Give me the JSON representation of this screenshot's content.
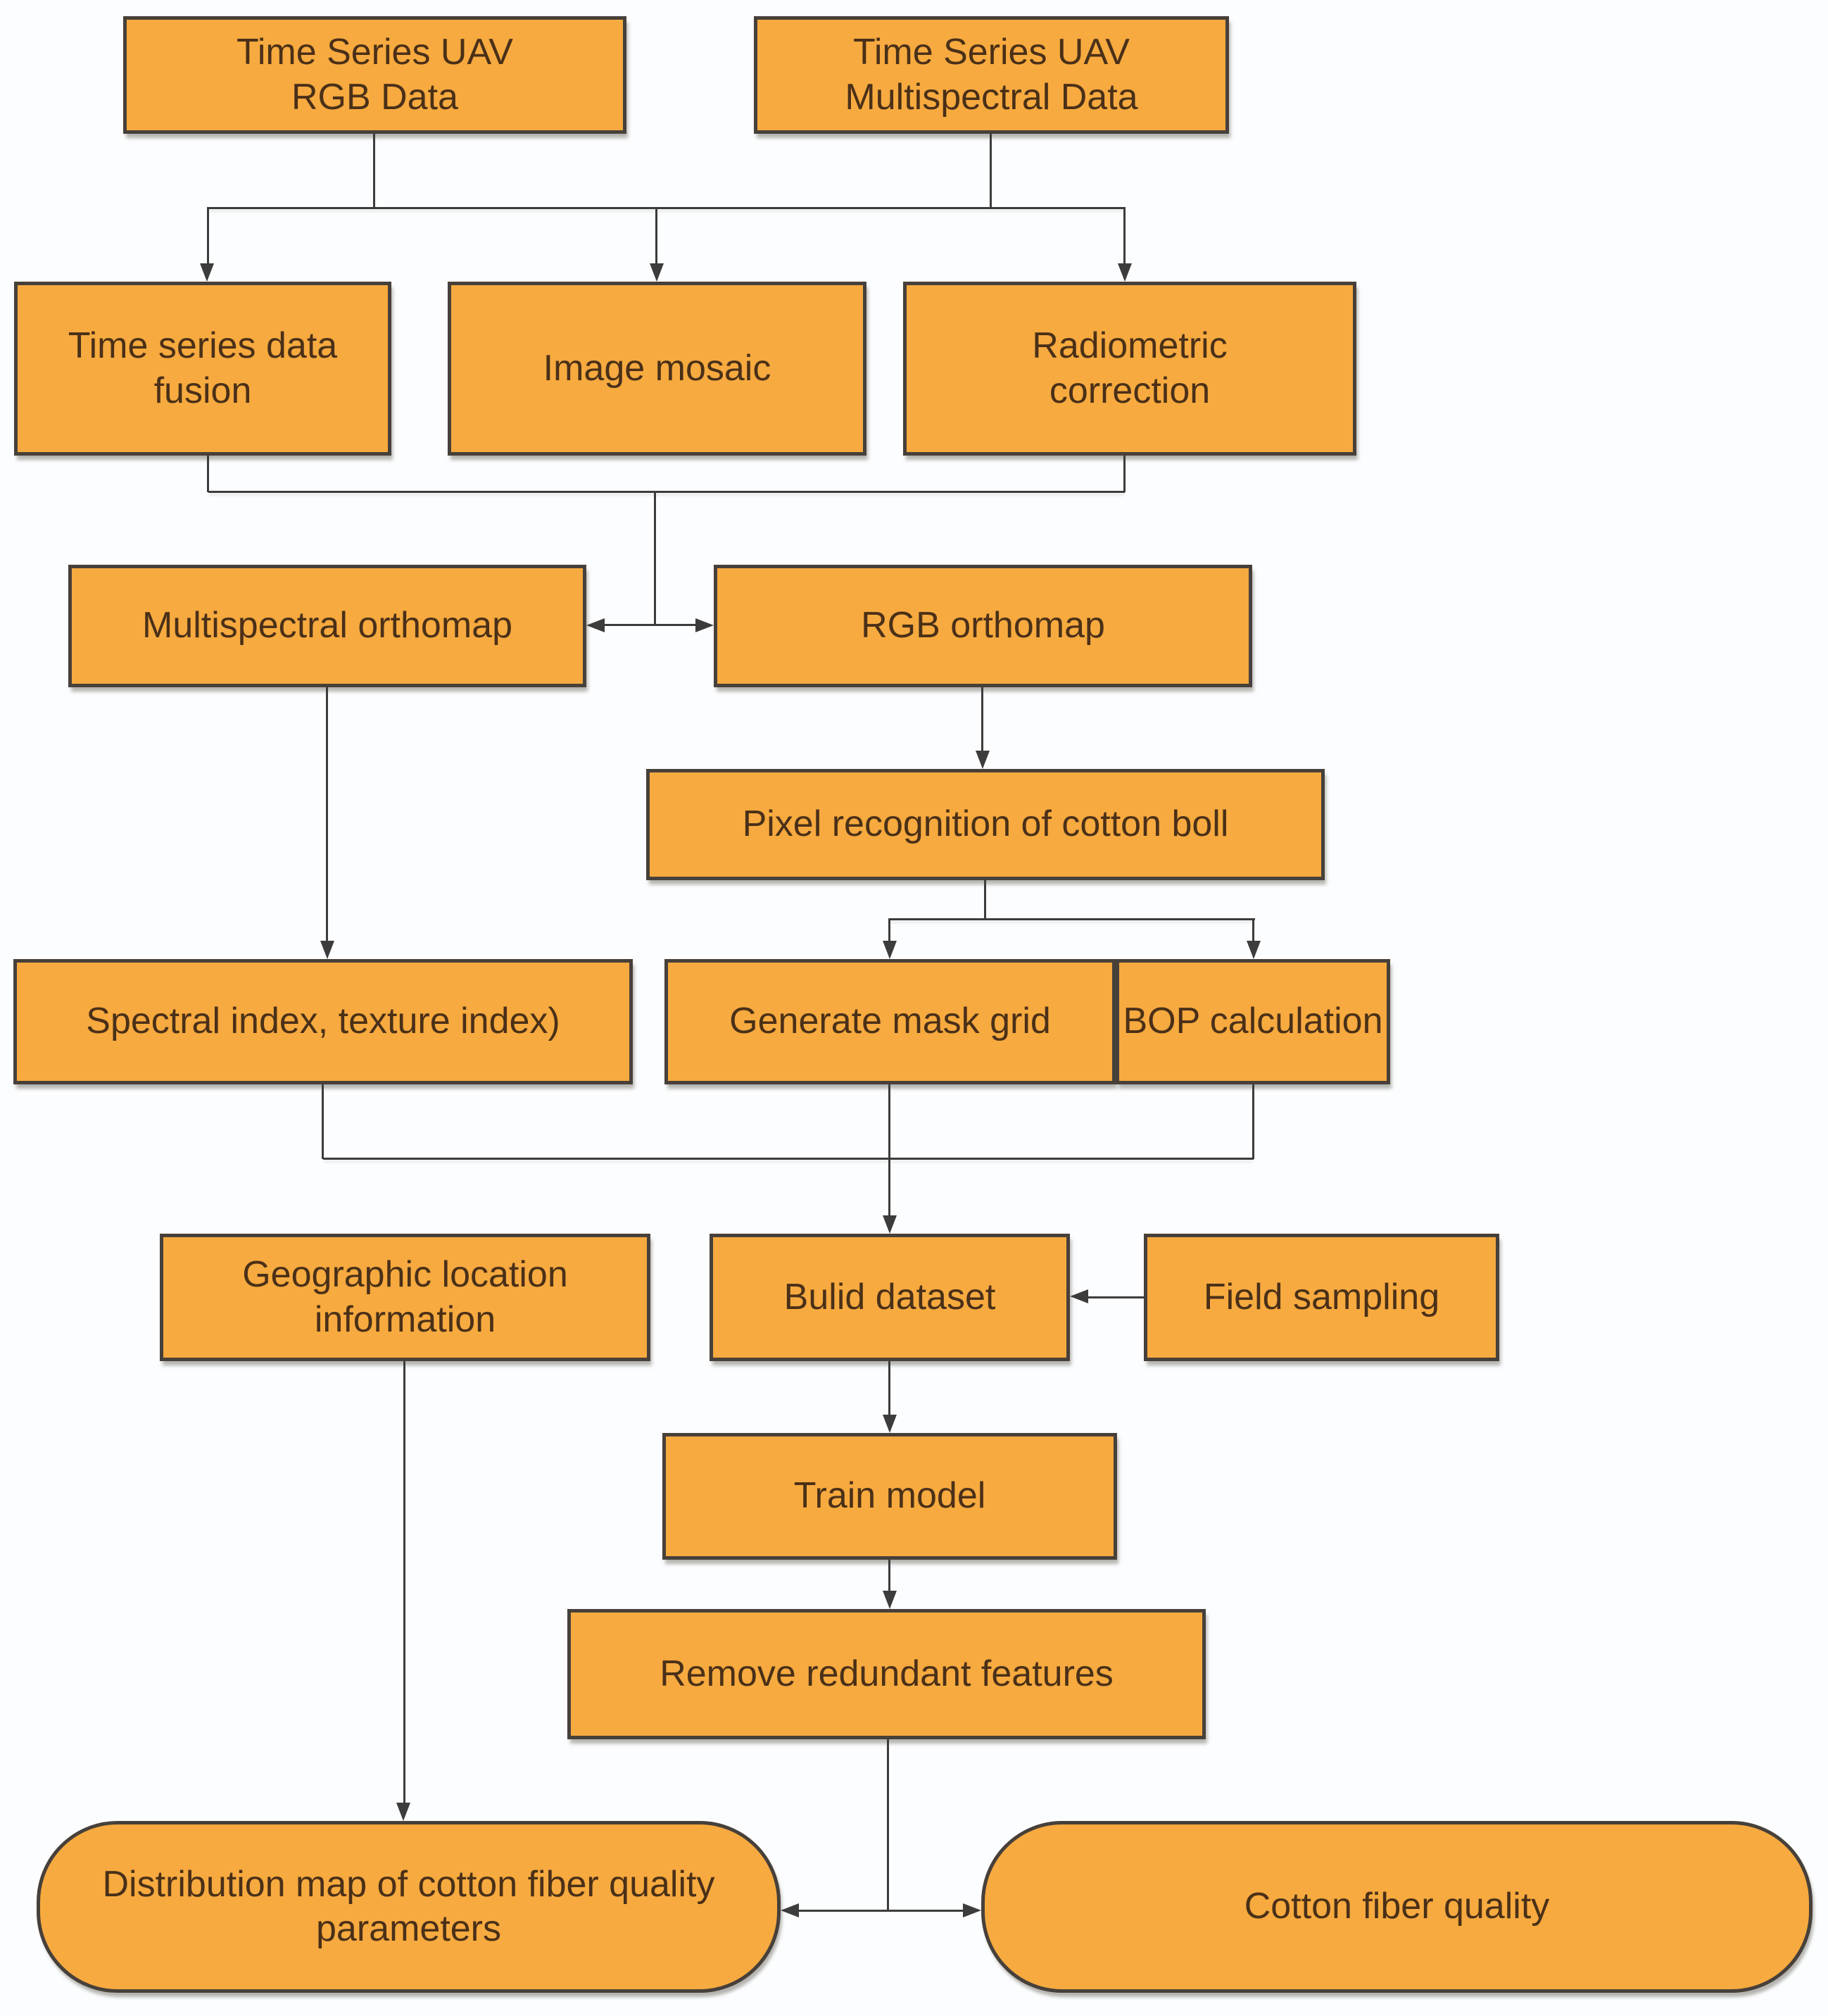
{
  "diagram": {
    "type": "flowchart",
    "colors": {
      "node_fill": "#F7AA3F",
      "node_border": "#47403A",
      "node_text": "#4A3018",
      "line": "#3C3C3C",
      "background": "#FCFDFE"
    },
    "nodes": {
      "ts_rgb": {
        "label": "Time Series UAV RGB Data"
      },
      "ts_multi": {
        "label": "Time Series UAV Multispectral Data"
      },
      "fusion": {
        "label": "Time series data fusion"
      },
      "mosaic": {
        "label": "Image mosaic"
      },
      "radiometric": {
        "label": "Radiometric correction"
      },
      "multi_ortho": {
        "label": "Multispectral orthomap"
      },
      "rgb_ortho": {
        "label": "RGB orthomap"
      },
      "pixel": {
        "label": "Pixel recognition of cotton boll"
      },
      "spectral": {
        "label": "Spectral index, texture index)"
      },
      "mask": {
        "label": "Generate mask grid"
      },
      "bop": {
        "label": "BOP calculation"
      },
      "geo": {
        "label": "Geographic location information"
      },
      "dataset": {
        "label": "Bulid dataset"
      },
      "field": {
        "label": "Field sampling"
      },
      "train": {
        "label": "Train model"
      },
      "remove": {
        "label": "Remove redundant features"
      },
      "dist_map": {
        "label": "Distribution map of cotton fiber quality parameters"
      },
      "fiber_quality": {
        "label": "Cotton fiber quality"
      }
    },
    "edges": [
      {
        "from": [
          "ts_rgb",
          "ts_multi"
        ],
        "to": [
          "fusion",
          "mosaic",
          "radiometric"
        ],
        "type": "fan-arrows"
      },
      {
        "from": [
          "fusion",
          "radiometric"
        ],
        "to": [
          "multi_ortho",
          "rgb_ortho"
        ],
        "type": "merge-to-double-arrow"
      },
      {
        "from": [
          "multi_ortho"
        ],
        "to": [
          "rgb_ortho"
        ],
        "type": "double-arrow"
      },
      {
        "from": [
          "rgb_ortho"
        ],
        "to": [
          "pixel"
        ],
        "type": "arrow"
      },
      {
        "from": [
          "multi_ortho"
        ],
        "to": [
          "spectral"
        ],
        "type": "arrow"
      },
      {
        "from": [
          "pixel"
        ],
        "to": [
          "mask",
          "bop"
        ],
        "type": "fan-arrows"
      },
      {
        "from": [
          "spectral",
          "mask",
          "bop"
        ],
        "to": [
          "dataset"
        ],
        "type": "merge-arrow"
      },
      {
        "from": [
          "field"
        ],
        "to": [
          "dataset"
        ],
        "type": "arrow"
      },
      {
        "from": [
          "dataset"
        ],
        "to": [
          "train"
        ],
        "type": "arrow"
      },
      {
        "from": [
          "train"
        ],
        "to": [
          "remove"
        ],
        "type": "arrow"
      },
      {
        "from": [
          "remove"
        ],
        "to": [
          "dist_map",
          "fiber_quality"
        ],
        "type": "double-arrow"
      },
      {
        "from": [
          "geo"
        ],
        "to": [
          "dist_map"
        ],
        "type": "arrow"
      }
    ]
  }
}
